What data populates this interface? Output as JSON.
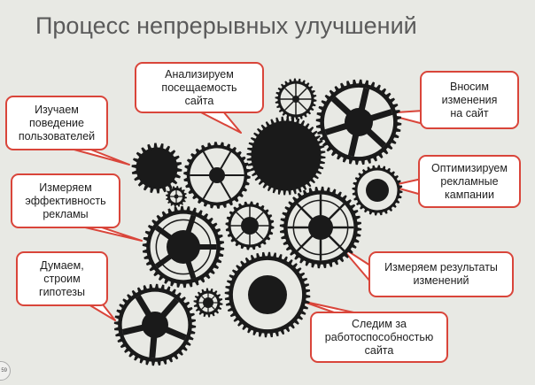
{
  "title": "Процесс непрерывных улучшений",
  "page_number": "59",
  "colors": {
    "callout_border": "#d9453a",
    "gear": "#1a1a1a",
    "background": "#e8e9e4",
    "title": "#5a5a5a"
  },
  "callouts": [
    {
      "id": "analyze-traffic",
      "lines": [
        "Анализируем",
        "посещаемость",
        "сайта"
      ]
    },
    {
      "id": "make-changes",
      "lines": [
        "Вносим",
        "изменения",
        "на сайт"
      ]
    },
    {
      "id": "study-behavior",
      "lines": [
        "Изучаем",
        "поведение",
        "пользователей"
      ]
    },
    {
      "id": "optimize-campaigns",
      "lines": [
        "Оптимизируем",
        "рекламные",
        "кампании"
      ]
    },
    {
      "id": "measure-ad",
      "lines": [
        "Измеряем",
        "эффективность",
        "рекламы"
      ]
    },
    {
      "id": "measure-results",
      "lines": [
        "Измеряем результаты",
        "изменений"
      ]
    },
    {
      "id": "hypotheses",
      "lines": [
        "Думаем,",
        "строим",
        "гипотезы"
      ]
    },
    {
      "id": "monitor-site",
      "lines": [
        "Следим за",
        "работоспособностью",
        "сайта"
      ]
    }
  ]
}
